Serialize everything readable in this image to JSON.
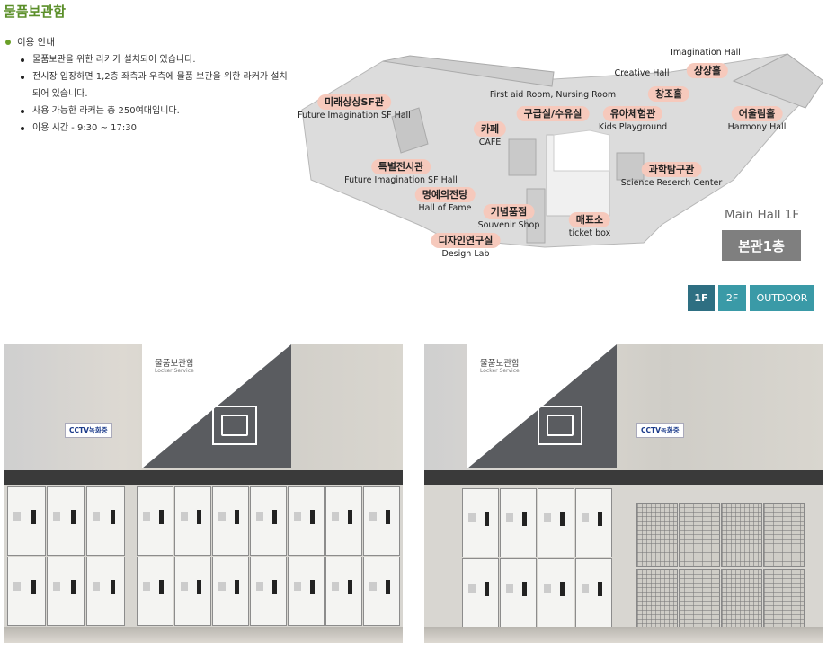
{
  "page": {
    "title": "물품보관함"
  },
  "info": {
    "heading": "이용 안내",
    "items": [
      "물품보관을 위한 라커가 설치되어 있습니다.",
      "전시장 입장하면 1,2층 좌측과 우측에 물품 보관을 위한 라커가 설치되어 있습니다.",
      "사용 가능한 라커는 총 250여대입니다.",
      "이용 시간 - 9:30 ~ 17:30"
    ]
  },
  "map": {
    "labels": {
      "imagination_en": "Imagination Hall",
      "imagination_ko": "상상홀",
      "creative_en": "Creative Hall",
      "creative_ko": "창조홀",
      "firstaid_en": "First aid Room, Nursing Room",
      "firstaid_ko": "구급실/수유실",
      "kids_ko": "유아체험관",
      "kids_en": "Kids Playground",
      "harmony_ko": "어울림홀",
      "harmony_en": "Harmony Hall",
      "future_ko": "미래상상SF관",
      "future_en": "Future Imagination SF Hall",
      "cafe_ko": "카페",
      "cafe_en": "CAFE",
      "special_ko": "특별전시관",
      "special_en": "Future Imagination SF Hall",
      "fame_ko": "명예의전당",
      "fame_en": "Hall of Fame",
      "souvenir_ko": "기념품점",
      "souvenir_en": "Souvenir Shop",
      "science_ko": "과학탐구관",
      "science_en": "Science Reserch Center",
      "ticket_ko": "매표소",
      "ticket_en": "ticket box",
      "design_ko": "디자인연구실",
      "design_en": "Design Lab"
    },
    "hall_caption": "Main Hall 1F",
    "floor_badge": "본관1층"
  },
  "floor_tabs": [
    {
      "label": "1F",
      "color": "#2e6f82",
      "active": true
    },
    {
      "label": "2F",
      "color": "#3a9aa7",
      "active": false
    },
    {
      "label": "OUTDOOR",
      "color": "#3a9aa7",
      "active": false
    }
  ],
  "photos": {
    "left": {
      "sign_ko": "물품보관함",
      "sign_en": "Locker Service",
      "cctv": "CCTV녹화중"
    },
    "right": {
      "sign_ko": "물품보관함",
      "sign_en": "Locker Service",
      "cctv": "CCTV녹화중"
    }
  },
  "colors": {
    "title_green": "#5b8f2a",
    "pill_pink": "#f6c9bc",
    "badge_gray": "#7f7f7f"
  }
}
